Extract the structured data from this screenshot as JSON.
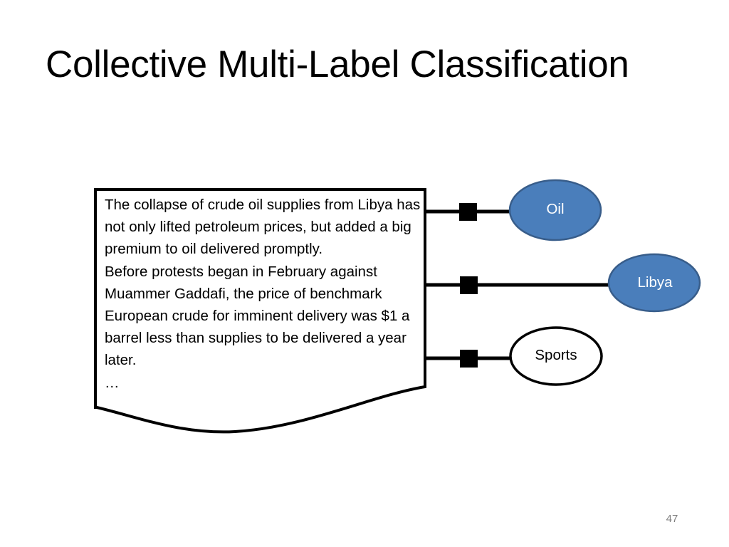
{
  "slide": {
    "title": "Collective Multi-Label Classification",
    "page_number": "47"
  },
  "document": {
    "name": "news-article-snippet",
    "paragraphs": [
      "The collapse of crude oil supplies from Libya has not only lifted petroleum prices, but added a big premium to oil delivered promptly.",
      "Before protests began in February against Muammer Gaddafi, the price of benchmark European crude for imminent delivery was $1 a barrel less than supplies to be delivered a year later.",
      "…"
    ]
  },
  "labels": [
    {
      "id": "oil",
      "text": "Oil",
      "state": "selected",
      "fill": "#4a7ebb",
      "stroke": "#385d8a",
      "text_color": "#ffffff"
    },
    {
      "id": "libya",
      "text": "Libya",
      "state": "selected",
      "fill": "#4a7ebb",
      "stroke": "#385d8a",
      "text_color": "#ffffff"
    },
    {
      "id": "sports",
      "text": "Sports",
      "state": "unselected",
      "fill": "#ffffff",
      "stroke": "#000000",
      "text_color": "#000000"
    }
  ],
  "edges": [
    {
      "from": "document",
      "to": "oil",
      "marker": "square"
    },
    {
      "from": "document",
      "to": "libya",
      "marker": "square"
    },
    {
      "from": "document",
      "to": "sports",
      "marker": "square"
    }
  ],
  "colors": {
    "accent_blue": "#4a7ebb",
    "accent_blue_border": "#385d8a",
    "line": "#000000",
    "page_number": "#808080",
    "background": "#ffffff"
  }
}
